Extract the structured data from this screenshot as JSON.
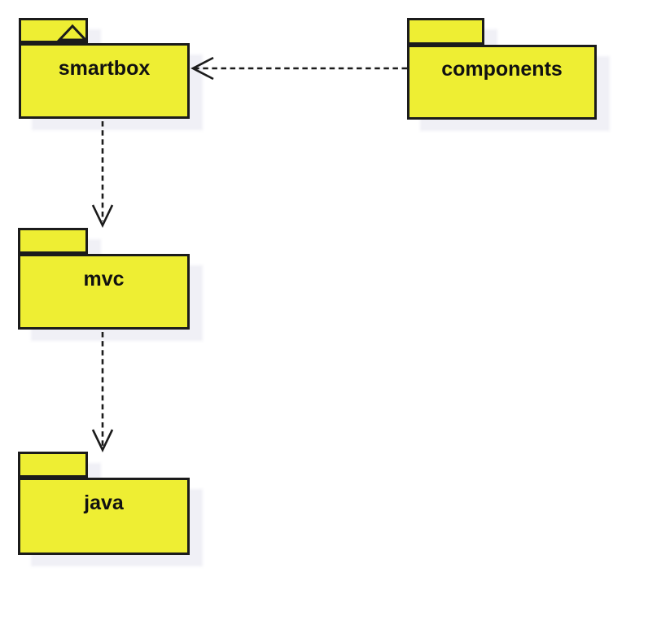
{
  "diagram": {
    "type": "UML package diagram",
    "packages": [
      {
        "id": "smartbox",
        "label": "smartbox",
        "tab_icon": "triangle-up"
      },
      {
        "id": "components",
        "label": "components",
        "tab_icon": null
      },
      {
        "id": "mvc",
        "label": "mvc",
        "tab_icon": null
      },
      {
        "id": "java",
        "label": "java",
        "tab_icon": null
      }
    ],
    "dependencies": [
      {
        "from": "components",
        "to": "smartbox",
        "line": "dashed",
        "arrowhead": "open"
      },
      {
        "from": "smartbox",
        "to": "mvc",
        "line": "dashed",
        "arrowhead": "open"
      },
      {
        "from": "mvc",
        "to": "java",
        "line": "dashed",
        "arrowhead": "open"
      }
    ],
    "colors": {
      "package_fill": "#EEEE33",
      "package_border": "#1B1B1B",
      "label_text": "#111111",
      "shadow": "#F0F0F6",
      "arrow": "#1B1B1B",
      "background": "#FFFFFF"
    }
  }
}
